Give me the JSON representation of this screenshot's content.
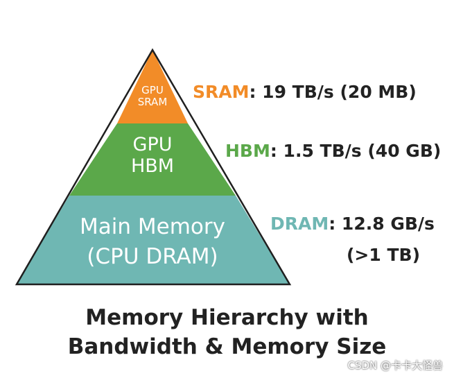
{
  "colors": {
    "sram": "#F28C28",
    "hbm": "#5BA84A",
    "dram": "#6FB7B3",
    "text_dark": "#222222",
    "tier_text": "#ffffff",
    "outline": "#1f1f1f"
  },
  "tiers": [
    {
      "line1": "GPU",
      "line2": "SRAM",
      "name": "SRAM",
      "spec": ": 19 TB/s (20 MB)",
      "spec2": ""
    },
    {
      "line1": "GPU",
      "line2": "HBM",
      "name": "HBM",
      "spec": ": 1.5 TB/s (40 GB)",
      "spec2": ""
    },
    {
      "line1": "Main Memory",
      "line2": "(CPU DRAM)",
      "name": "DRAM",
      "spec": ": 12.8 GB/s",
      "spec2": "(>1 TB)"
    }
  ],
  "caption": {
    "line1": "Memory Hierarchy with",
    "line2": "Bandwidth & Memory Size"
  },
  "watermark": "CSDN @卡卡大怪兽"
}
